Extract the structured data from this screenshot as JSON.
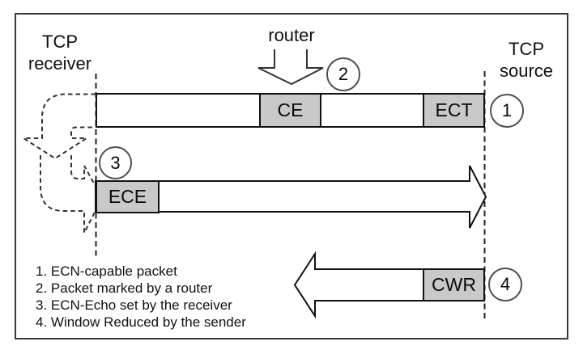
{
  "diagram": {
    "left_endpoint": {
      "line1": "TCP",
      "line2": "receiver"
    },
    "right_endpoint": {
      "line1": "TCP",
      "line2": "source"
    },
    "router_label": "router",
    "flags": {
      "ce": "CE",
      "ect": "ECT",
      "ece": "ECE",
      "cwr": "CWR"
    },
    "step_markers": {
      "step1": "1",
      "step2": "2",
      "step3": "3",
      "step4": "4"
    },
    "legend": {
      "items": [
        "1. ECN-capable packet",
        "2. Packet marked by a router",
        "3. ECN-Echo set by the receiver",
        "4. Window Reduced by the sender"
      ]
    },
    "colors": {
      "flag_fill": "#c9c9c9",
      "line": "#111111",
      "frame": "#3a3a3a",
      "background": "#ffffff"
    }
  }
}
